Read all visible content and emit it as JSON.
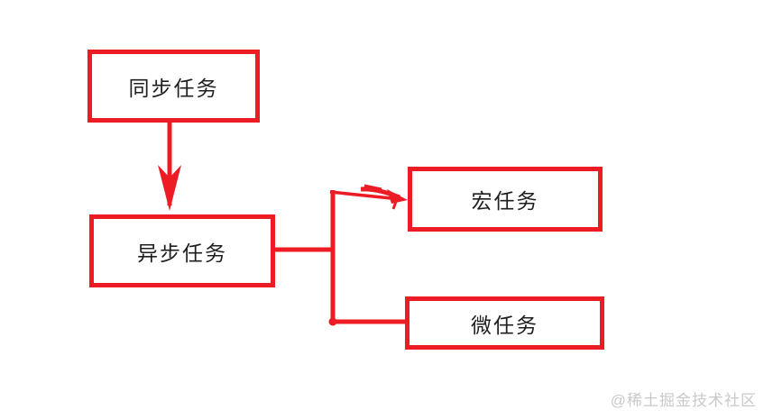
{
  "page": {
    "background": "#ffffff"
  },
  "diagram": {
    "type": "flowchart",
    "accent_color": "#ED1C24",
    "text_color": "#1f1f1f",
    "nodes": [
      {
        "id": "sync",
        "label": "同步任务"
      },
      {
        "id": "async",
        "label": "异步任务"
      },
      {
        "id": "macro",
        "label": "宏任务"
      },
      {
        "id": "micro",
        "label": "微任务"
      }
    ],
    "edges": [
      {
        "from": "sync",
        "to": "async",
        "style": "straight-arrow-down"
      },
      {
        "from": "async",
        "to": "macro",
        "style": "elbow-with-sketchy-arrow"
      },
      {
        "from": "async",
        "to": "micro",
        "style": "elbow-line"
      }
    ]
  },
  "watermark": {
    "text": "@稀土掘金技术社区",
    "color": "#c9c9c9"
  }
}
